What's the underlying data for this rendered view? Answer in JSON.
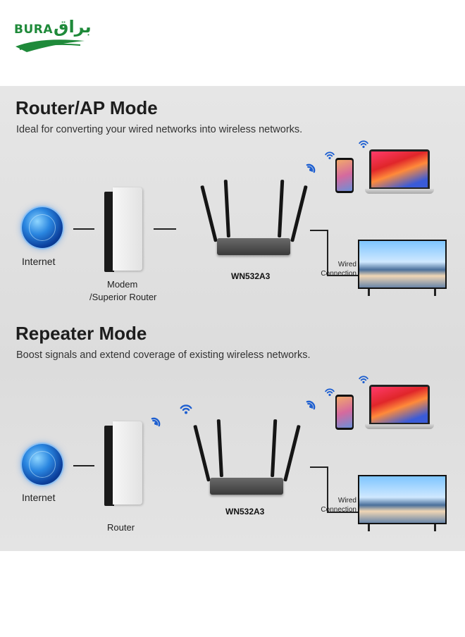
{
  "brand": {
    "latin": "BURA",
    "arabic": "براق",
    "color": "#1f8a3a"
  },
  "router_mode": {
    "title": "Router/AP Mode",
    "subtitle": "Ideal for converting your wired networks into wireless networks.",
    "internet_label": "Internet",
    "modem_label_1": "Modem",
    "modem_label_2": "/Superior Router",
    "model": "WN532A3",
    "wired_1": "Wired",
    "wired_2": "Connection"
  },
  "repeater_mode": {
    "title": "Repeater Mode",
    "subtitle": "Boost signals and extend coverage of existing wireless networks.",
    "internet_label": "Internet",
    "router_label": "Router",
    "model": "WN532A3",
    "wired_1": "Wired",
    "wired_2": "Connection"
  },
  "icons": [
    "globe-icon",
    "modem-icon",
    "router-icon",
    "wifi-icon",
    "phone-icon",
    "laptop-icon",
    "tv-icon"
  ]
}
